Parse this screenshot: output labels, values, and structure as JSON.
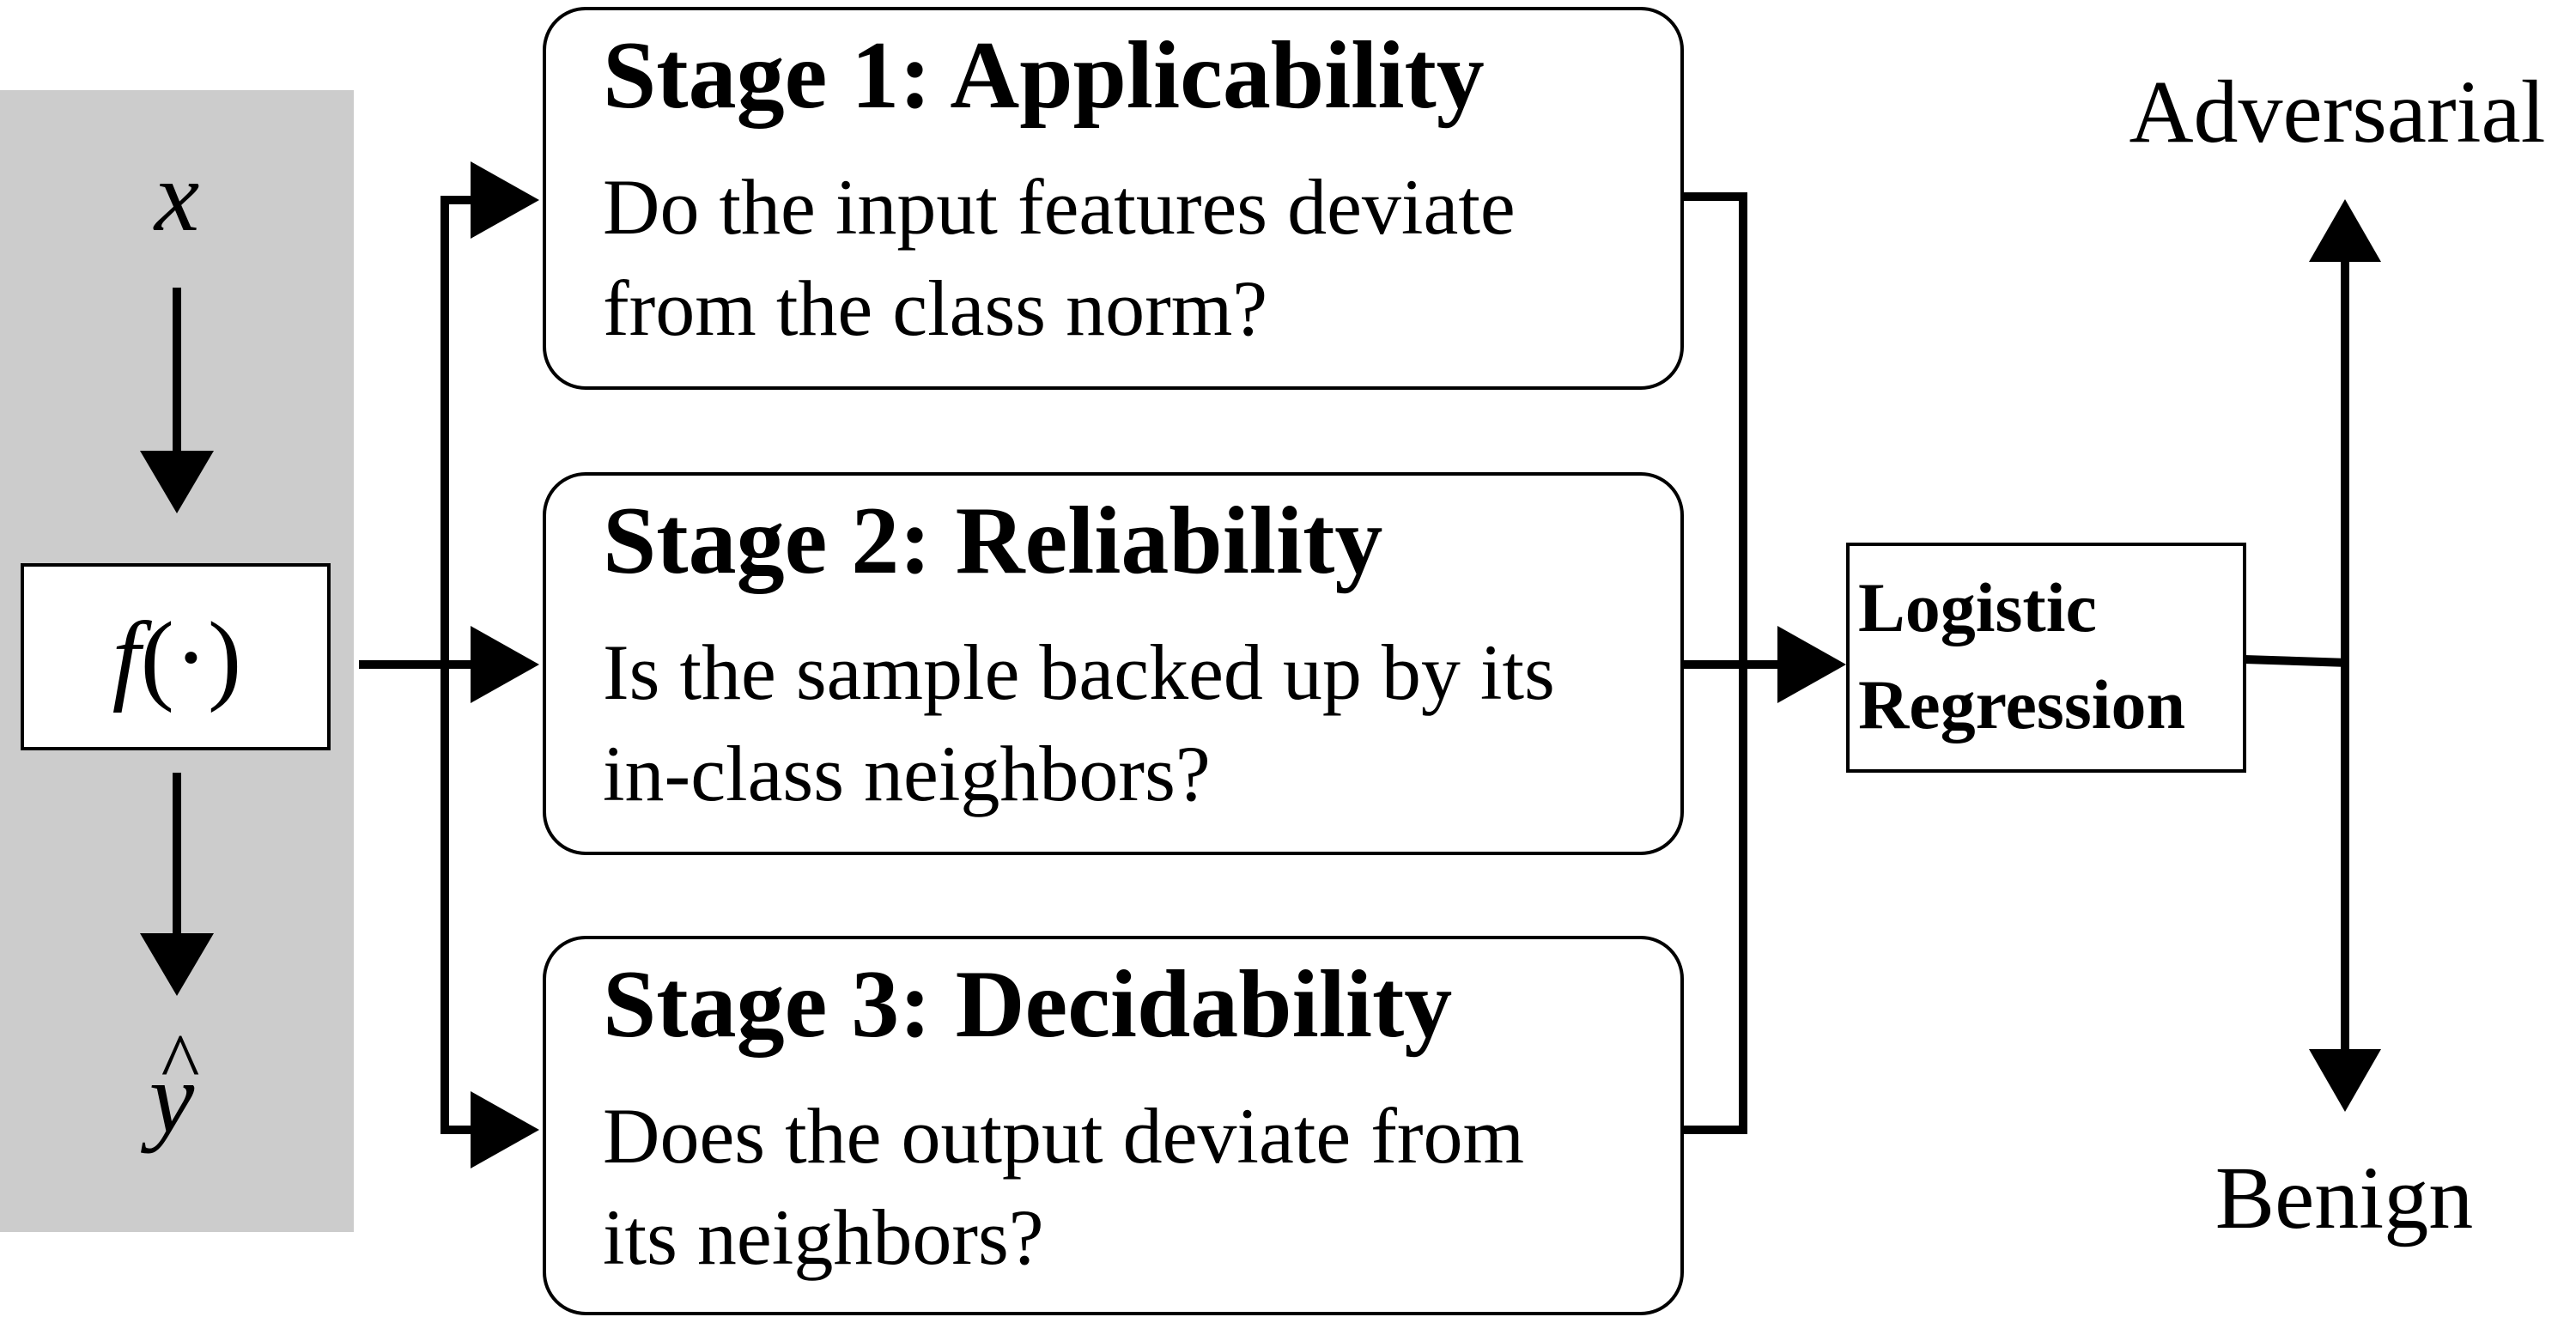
{
  "model_panel": {
    "input_symbol": "x",
    "function_name": "f",
    "function_args": "(·)",
    "output_symbol": "y",
    "output_hat": "^",
    "background_color": "#cccccc"
  },
  "stages": [
    {
      "title": "Stage 1: Applicability",
      "question_lines": [
        "Do the input features deviate",
        "from the class norm?"
      ]
    },
    {
      "title": "Stage 2: Reliability",
      "question_lines": [
        "Is the sample backed up by its",
        "in-class neighbors?"
      ]
    },
    {
      "title": "Stage 3: Decidability",
      "question_lines": [
        "Does the output deviate from",
        "its neighbors?"
      ]
    }
  ],
  "classifier": {
    "label_lines": [
      "Logistic",
      "Regression"
    ]
  },
  "outcomes": {
    "top": "Adversarial",
    "bottom": "Benign"
  }
}
